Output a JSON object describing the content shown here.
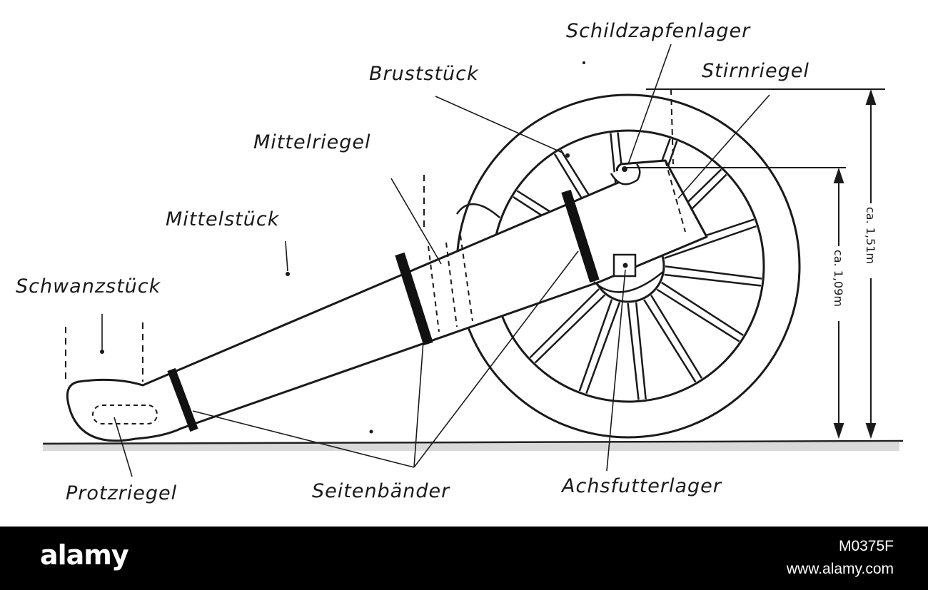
{
  "labels": {
    "schildzapfenlager": "Schildzapfenlager",
    "stirnriegel": "Stirnriegel",
    "bruststueck": "Bruststück",
    "mittelriegel": "Mittelriegel",
    "mittelstueck": "Mittelstück",
    "schwanzstueck": "Schwanzstück",
    "protzriegel": "Protzriegel",
    "seitenbaender": "Seitenbänder",
    "achsfutterlager": "Achsfutterlager"
  },
  "dimensions": {
    "total_height": "ca. 1,51m",
    "axle_height": "ca. 1,09m"
  },
  "footer": {
    "brand": "alamy",
    "image_id": "M0375F",
    "site": "www.alamy.com"
  }
}
